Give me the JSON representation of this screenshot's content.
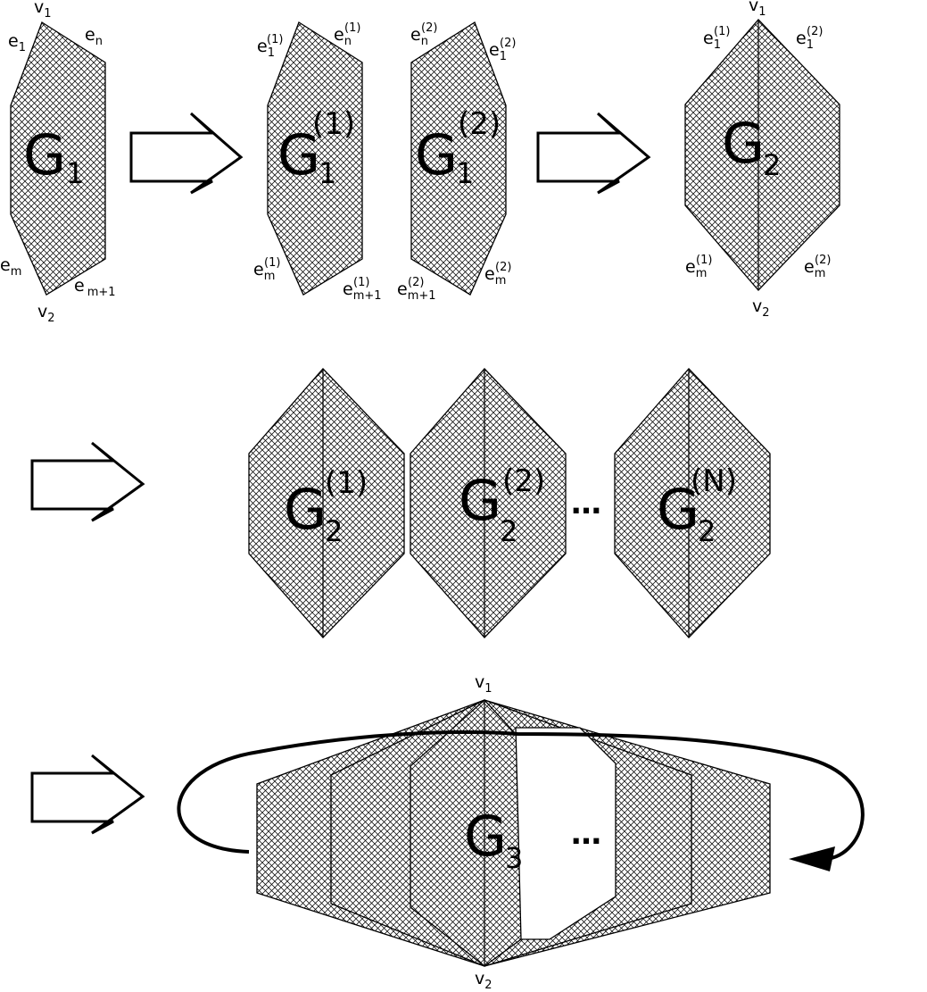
{
  "row1": {
    "g1": {
      "base": "G",
      "sub": "1"
    },
    "g1_1": {
      "base": "G",
      "sub": "1",
      "sup": "(1)"
    },
    "g1_2": {
      "base": "G",
      "sub": "1",
      "sup": "(2)"
    },
    "g2": {
      "base": "G",
      "sub": "2"
    },
    "vertex_v1": {
      "base": "v",
      "sub": "1"
    },
    "vertex_v2": {
      "base": "v",
      "sub": "2"
    },
    "edges": {
      "e1": {
        "base": "e",
        "sub": "1"
      },
      "en": {
        "base": "e",
        "sub": "n"
      },
      "em": {
        "base": "e",
        "sub": "m"
      },
      "em1": {
        "base": "e",
        "sub": "m+1"
      },
      "c1_e1": {
        "base": "e",
        "sub": "1",
        "sup": "(1)"
      },
      "c1_en": {
        "base": "e",
        "sub": "n",
        "sup": "(1)"
      },
      "c1_em": {
        "base": "e",
        "sub": "m",
        "sup": "(1)"
      },
      "c1_em1": {
        "base": "e",
        "sub": "m+1",
        "sup": "(1)"
      },
      "c2_en": {
        "base": "e",
        "sub": "n",
        "sup": "(2)"
      },
      "c2_e1": {
        "base": "e",
        "sub": "1",
        "sup": "(2)"
      },
      "c2_em1": {
        "base": "e",
        "sub": "m+1",
        "sup": "(2)"
      },
      "c2_em": {
        "base": "e",
        "sub": "m",
        "sup": "(2)"
      }
    }
  },
  "row2": {
    "g2_1": {
      "base": "G",
      "sub": "2",
      "sup": "(1)"
    },
    "g2_2": {
      "base": "G",
      "sub": "2",
      "sup": "(2)"
    },
    "g2_n": {
      "base": "G",
      "sub": "2",
      "sup": "(N)"
    },
    "ellipsis": "…"
  },
  "row3": {
    "g3": {
      "base": "G",
      "sub": "3"
    },
    "vertex_v1": {
      "base": "v",
      "sub": "1"
    },
    "vertex_v2": {
      "base": "v",
      "sub": "2"
    },
    "ellipsis": "…"
  },
  "colors": {
    "stroke": "#000000",
    "background": "#ffffff",
    "hatch": "#000000"
  }
}
